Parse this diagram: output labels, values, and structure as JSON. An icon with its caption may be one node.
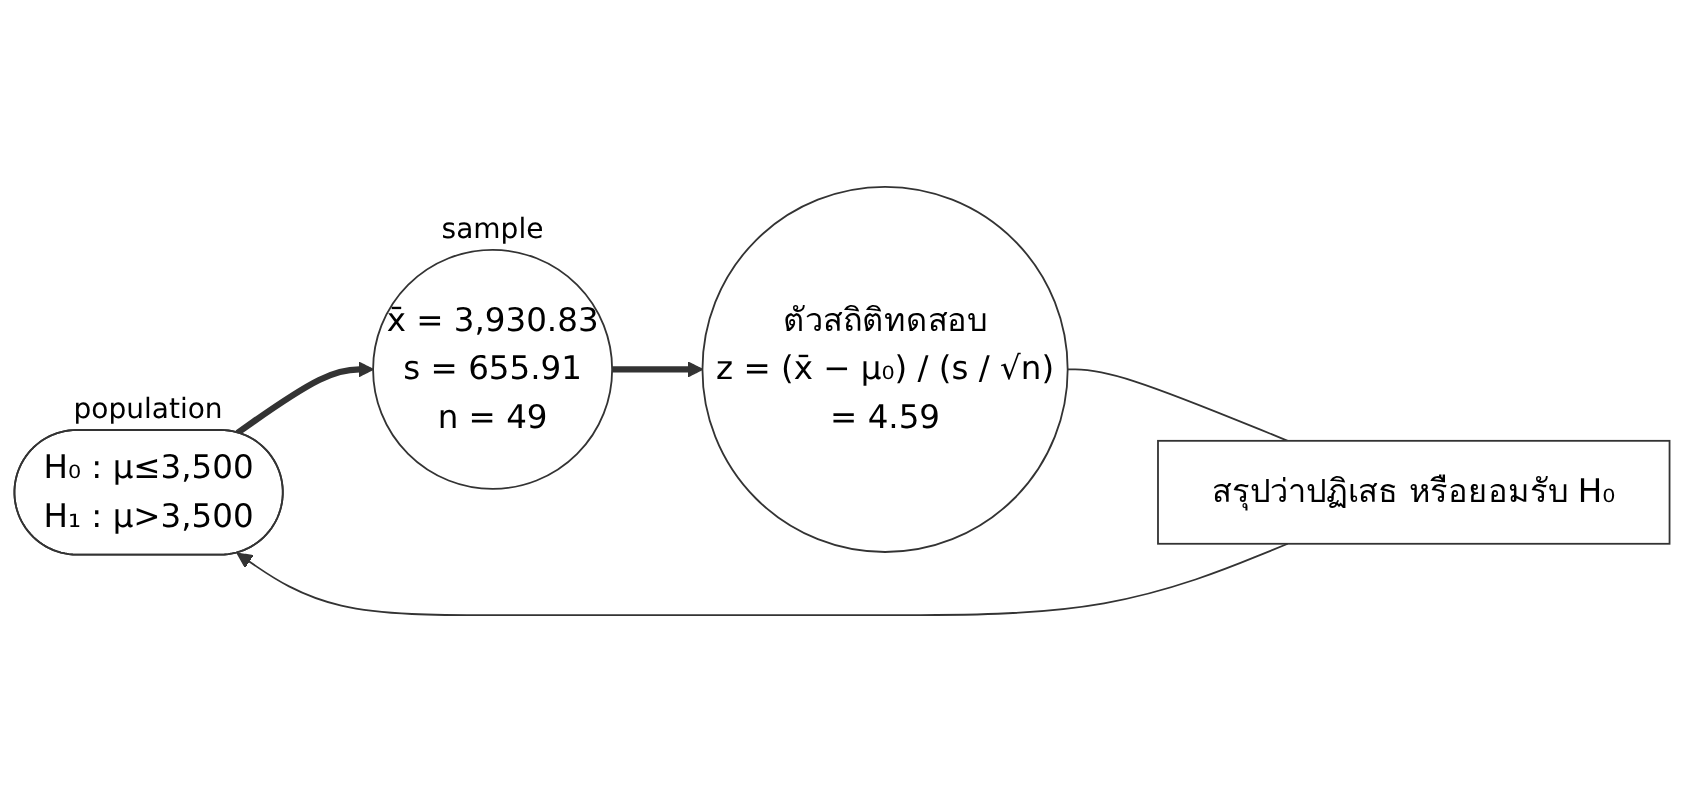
{
  "diagram": {
    "nodes": [
      {
        "text": [
          "H₀ : μ≤3,500",
          "H₁ : μ>3,500"
        ],
        "beside": [
          "population"
        ]
      },
      {
        "text": [
          "x̄ = 3,930.83",
          "s = 655.91",
          "n = 49"
        ],
        "beside": [
          "sample"
        ]
      },
      {
        "text": [
          "ตัวสถิติทดสอบ",
          "z = (x̄ − μ₀) / (s / √n)",
          "= 4.59"
        ]
      },
      {
        "text": [
          "สรุปว่าปฏิเสธ หรือยอมรับ H₀"
        ]
      }
    ],
    "edges": [
      {
        "from": 0,
        "to": 1,
        "arrow": "to",
        "style": "thick"
      },
      {
        "from": 1,
        "to": 2,
        "arrow": "to",
        "style": "thick"
      },
      {
        "from": 2,
        "to": 3,
        "arrow": "none"
      },
      {
        "from": 3,
        "to": 0,
        "arrow": "to"
      }
    ]
  }
}
